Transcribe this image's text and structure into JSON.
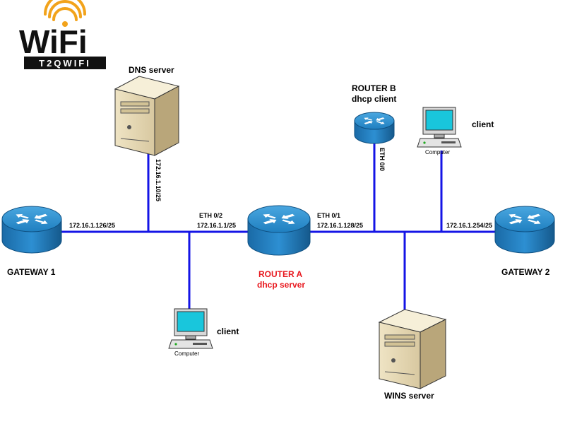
{
  "logo": {
    "wordmark": "WiFi",
    "tagline": "T2QWIFI"
  },
  "nodes": {
    "dns_server": "DNS server",
    "router_b_title": "ROUTER B",
    "router_b_role": "dhcp client",
    "client_top": "client",
    "client_top_caption": "Computer",
    "gateway1": "GATEWAY 1",
    "router_a_title": "ROUTER A",
    "router_a_role": "dhcp server",
    "gateway2": "GATEWAY 2",
    "client_bottom": "client",
    "client_bottom_caption": "Computer",
    "wins_server": "WINS server"
  },
  "links": {
    "gw1_ip": "172.16.1.126/25",
    "dns_ip": "172.16.1.10/25",
    "eth02_name": "ETH 0/2",
    "eth02_ip": "172.16.1.1/25",
    "eth01_name": "ETH 0/1",
    "eth01_ip": "172.16.1.128/25",
    "rb_eth": "ETH 0/0",
    "gw2_ip": "172.16.1.254/25"
  },
  "colors": {
    "link": "#1414e6",
    "router": "#1e82c4",
    "highlight": "#e8191f",
    "logo_orange": "#f2a31b"
  }
}
